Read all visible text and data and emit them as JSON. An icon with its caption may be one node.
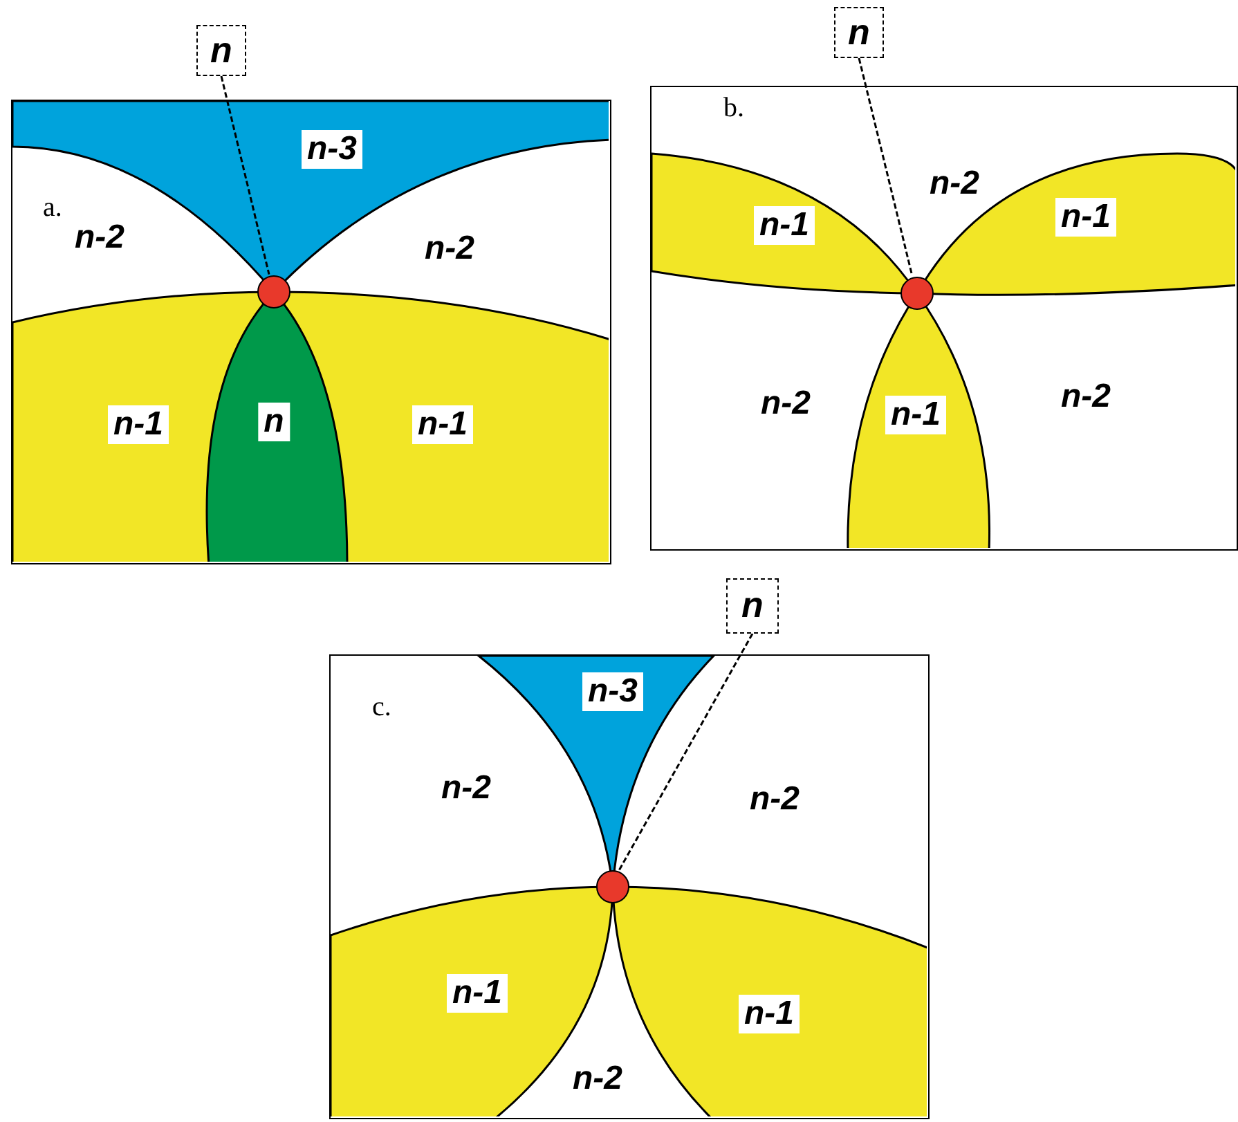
{
  "diagram": {
    "nodes": [
      {
        "text": [
          "a."
        ]
      },
      {
        "text": [
          "n"
        ]
      },
      {
        "text": [],
        "shape": "circle",
        "in": 0
      },
      {
        "text": [
          "b."
        ]
      },
      {
        "text": [
          "n"
        ]
      },
      {
        "text": [],
        "shape": "circle",
        "in": 3
      },
      {
        "text": [
          "c."
        ]
      },
      {
        "text": [
          "n"
        ]
      },
      {
        "text": [],
        "shape": "circle",
        "in": 6
      }
    ],
    "edges": [
      {
        "from": 1,
        "to": 2,
        "arrow": "none",
        "style": "dashed"
      },
      {
        "from": 4,
        "to": 5,
        "arrow": "none",
        "style": "dashed"
      },
      {
        "from": 7,
        "to": 8,
        "arrow": "none",
        "style": "dashed"
      }
    ],
    "labels": [
      "n-3",
      "n-2",
      "n-2",
      "n-1",
      "n",
      "n-1",
      "n-2",
      "n-1",
      "n-1",
      "n-2",
      "n-1",
      "n-2",
      "n-3",
      "n-2",
      "n-2",
      "n-1",
      "n-1",
      "n-2"
    ]
  }
}
